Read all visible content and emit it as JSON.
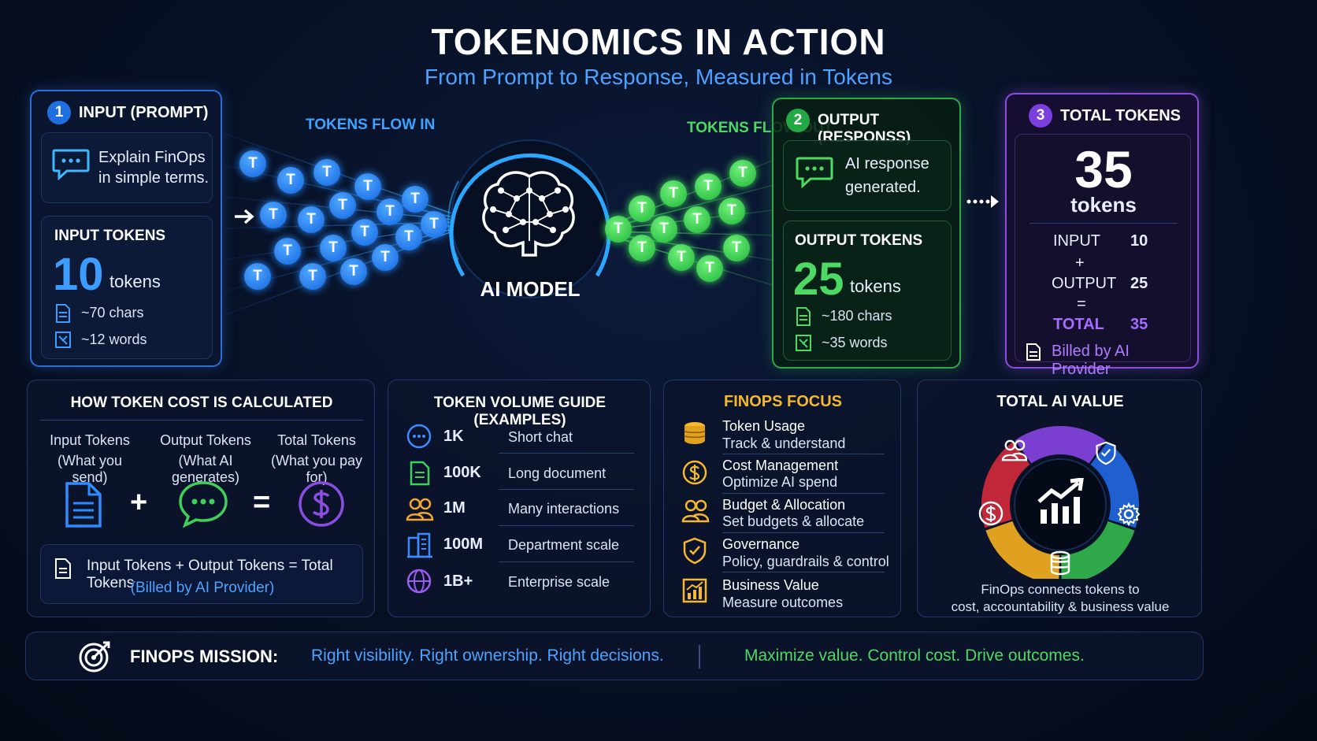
{
  "header": {
    "title": "TOKENOMICS IN ACTION",
    "subtitle": "From Prompt to Response, Measured in Tokens"
  },
  "flow": {
    "in_label": "TOKENS FLOW IN",
    "out_label": "TOKENS FLOW OUT",
    "model_label": "AI MODEL",
    "token_glyph": "T"
  },
  "input_panel": {
    "step": "1",
    "title": "INPUT (PROMPT)",
    "prompt_line1": "Explain FinOps",
    "prompt_line2": "in simple terms.",
    "tokens_title": "INPUT TOKENS",
    "count": "10",
    "unit": "tokens",
    "chars": "~70 chars",
    "words": "~12 words"
  },
  "output_panel": {
    "step": "2",
    "title": "OUTPUT (RESPONSS)",
    "response_line1": "AI response",
    "response_line2": "generated.",
    "tokens_title": "OUTPUT TOKENS",
    "count": "25",
    "unit": "tokens",
    "chars": "~180 chars",
    "words": "~35 words"
  },
  "total_panel": {
    "step": "3",
    "title": "TOTAL TOKENS",
    "count": "35",
    "unit": "tokens",
    "input_label": "INPUT",
    "input_value": "10",
    "plus": "+",
    "output_label": "OUTPUT",
    "output_value": "25",
    "equals": "=",
    "total_label": "TOTAL",
    "total_value": "35",
    "billed": "Billed by AI Provider"
  },
  "cost_panel": {
    "title": "HOW TOKEN COST IS CALCULATED",
    "col1_title": "Input Tokens",
    "col1_sub": "(What you send)",
    "col2_title": "Output Tokens",
    "col2_sub": "(What AI generates)",
    "col3_title": "Total Tokens",
    "col3_sub": "(What you pay for)",
    "plus": "+",
    "equals": "=",
    "formula": "Input Tokens + Output Tokens = Total Tokens",
    "formula_note": "(Billed by AI Provider)"
  },
  "volume_panel": {
    "title": "TOKEN VOLUME GUIDE (EXAMPLES)",
    "rows": [
      {
        "icon": "chat-icon",
        "amount": "1K",
        "desc": "Short chat",
        "color": "#3d8cff"
      },
      {
        "icon": "document-icon",
        "amount": "100K",
        "desc": "Long document",
        "color": "#3fcf5a"
      },
      {
        "icon": "people-icon",
        "amount": "1M",
        "desc": "Many interactions",
        "color": "#f0a830"
      },
      {
        "icon": "building-icon",
        "amount": "100M",
        "desc": "Department scale",
        "color": "#3d8cff"
      },
      {
        "icon": "globe-icon",
        "amount": "1B+",
        "desc": "Enterprise scale",
        "color": "#9b5cf0"
      }
    ]
  },
  "finops_panel": {
    "title": "FINOPS FOCUS",
    "items": [
      {
        "icon": "coins-icon",
        "line1": "Token Usage",
        "line2": "Track & understand"
      },
      {
        "icon": "dollar-circle-icon",
        "line1": "Cost Management",
        "line2": "Optimize AI spend"
      },
      {
        "icon": "people-icon",
        "line1": "Budget & Allocation",
        "line2": "Set budgets & allocate"
      },
      {
        "icon": "shield-check-icon",
        "line1": "Governance",
        "line2": "Policy, guardrails & control"
      },
      {
        "icon": "chart-icon",
        "line1": "Business Value",
        "line2": "Measure outcomes"
      }
    ]
  },
  "value_panel": {
    "title": "TOTAL AI VALUE",
    "caption_line1": "FinOps connects tokens to",
    "caption_line2": "cost, accountability & business value",
    "segment_colors": [
      "#7a3fd0",
      "#1f5fd0",
      "#2fa84a",
      "#e0a020",
      "#c0283a"
    ]
  },
  "mission": {
    "label": "FINOPS MISSION:",
    "left": "Right visibility. Right ownership. Right decisions.",
    "right": "Maximize value. Control cost. Drive outcomes."
  },
  "colors": {
    "blue": "#4da3ff",
    "green": "#4cd964",
    "purple": "#a56cff",
    "gold": "#f5b82e"
  }
}
